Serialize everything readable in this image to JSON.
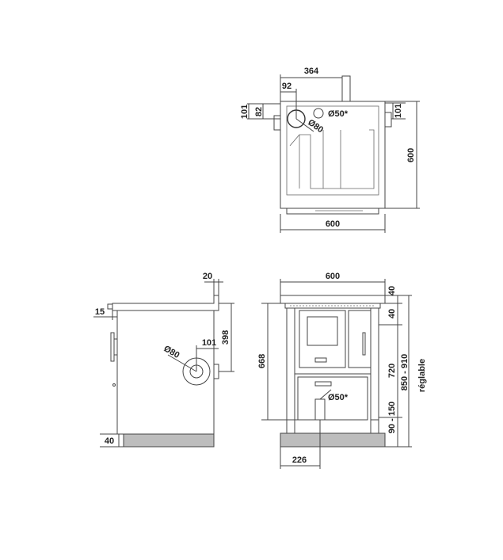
{
  "top_view": {
    "dim_364": "364",
    "dim_92": "92",
    "dim_101_left": "101",
    "dim_82": "82",
    "dim_101_right": "101",
    "dim_600_depth": "600",
    "dim_600_width": "600",
    "label_d80": "Ø80",
    "label_d50": "Ø50*"
  },
  "side_view": {
    "dim_20": "20",
    "dim_15": "15",
    "dim_398": "398",
    "dim_101": "101",
    "dim_40": "40",
    "label_d80": "Ø80"
  },
  "front_view": {
    "dim_600": "600",
    "dim_40_top": "40",
    "dim_40_second": "40",
    "dim_668": "668",
    "dim_720": "720",
    "dim_90_150": "90 - 150",
    "dim_850_910": "850 - 910",
    "label_reglable": "réglable",
    "dim_226": "226",
    "label_d50": "Ø50*"
  }
}
